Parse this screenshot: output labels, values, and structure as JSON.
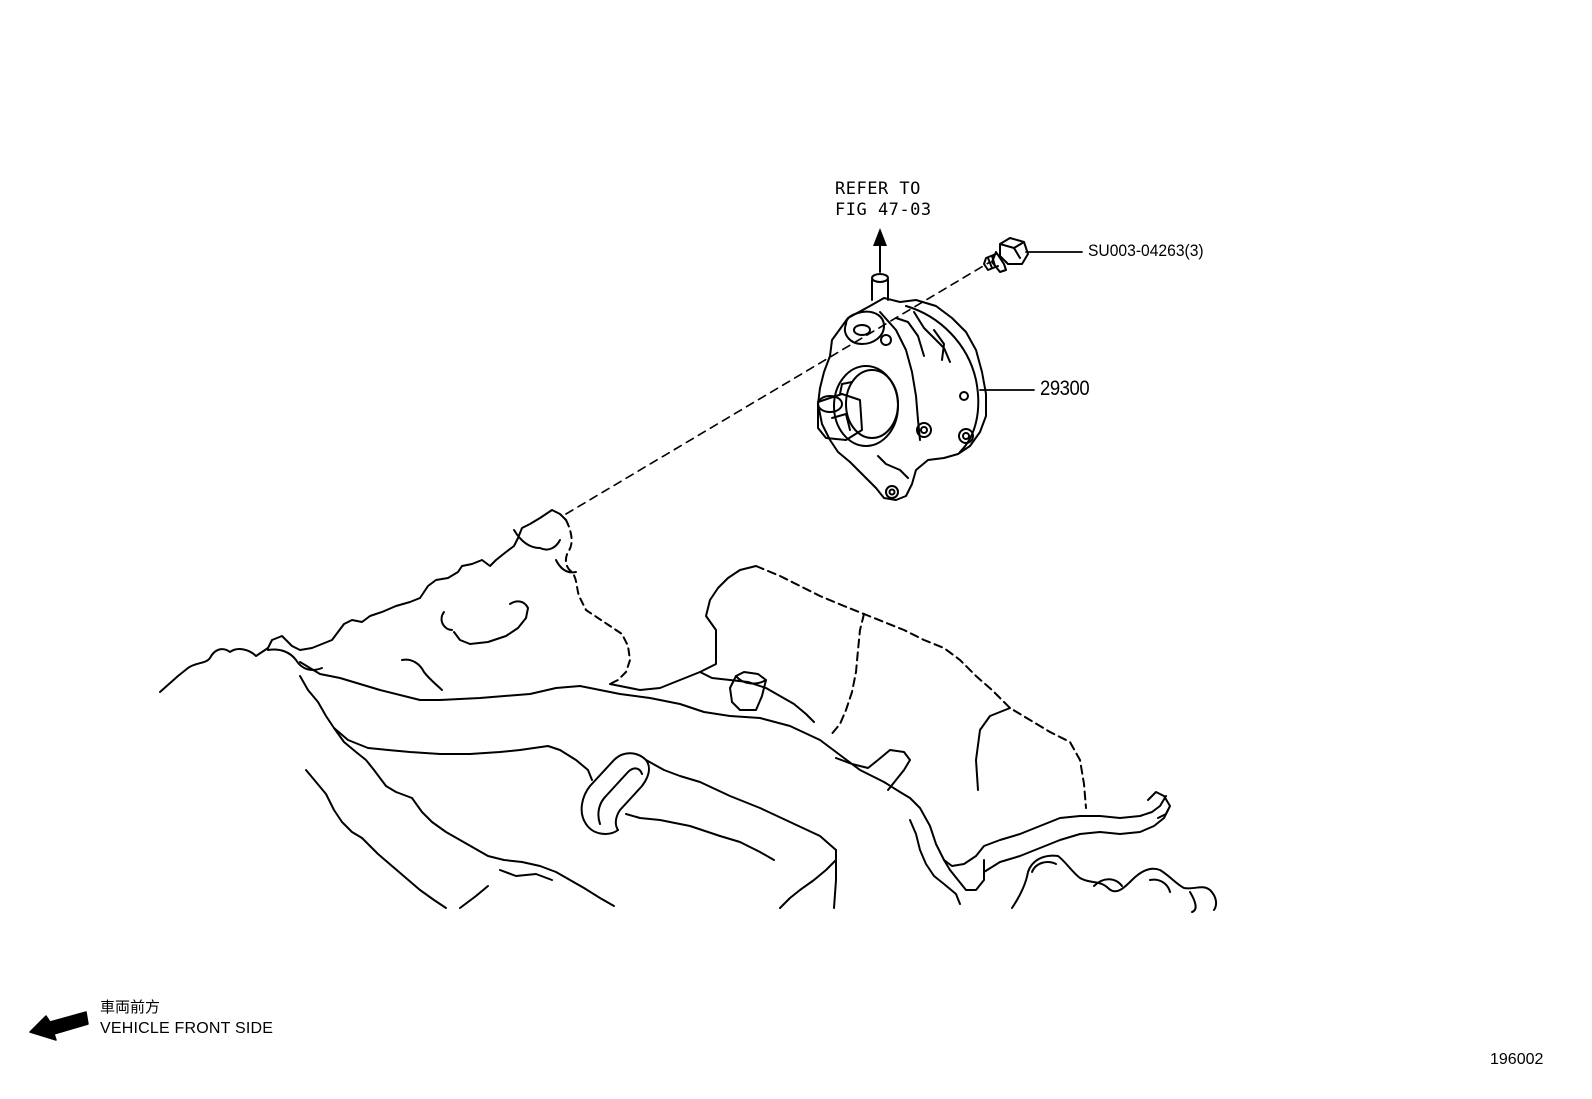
{
  "callouts": {
    "refer_line1": "REFER TO",
    "refer_line2": "FIG 47-03",
    "bolt_part": "SU003-04263(3)",
    "pump_part": "29300"
  },
  "legend": {
    "jp": "車両前方",
    "en": "VEHICLE FRONT SIDE"
  },
  "figure_id": "196002",
  "colors": {
    "ink": "#000000",
    "background": "#ffffff"
  }
}
